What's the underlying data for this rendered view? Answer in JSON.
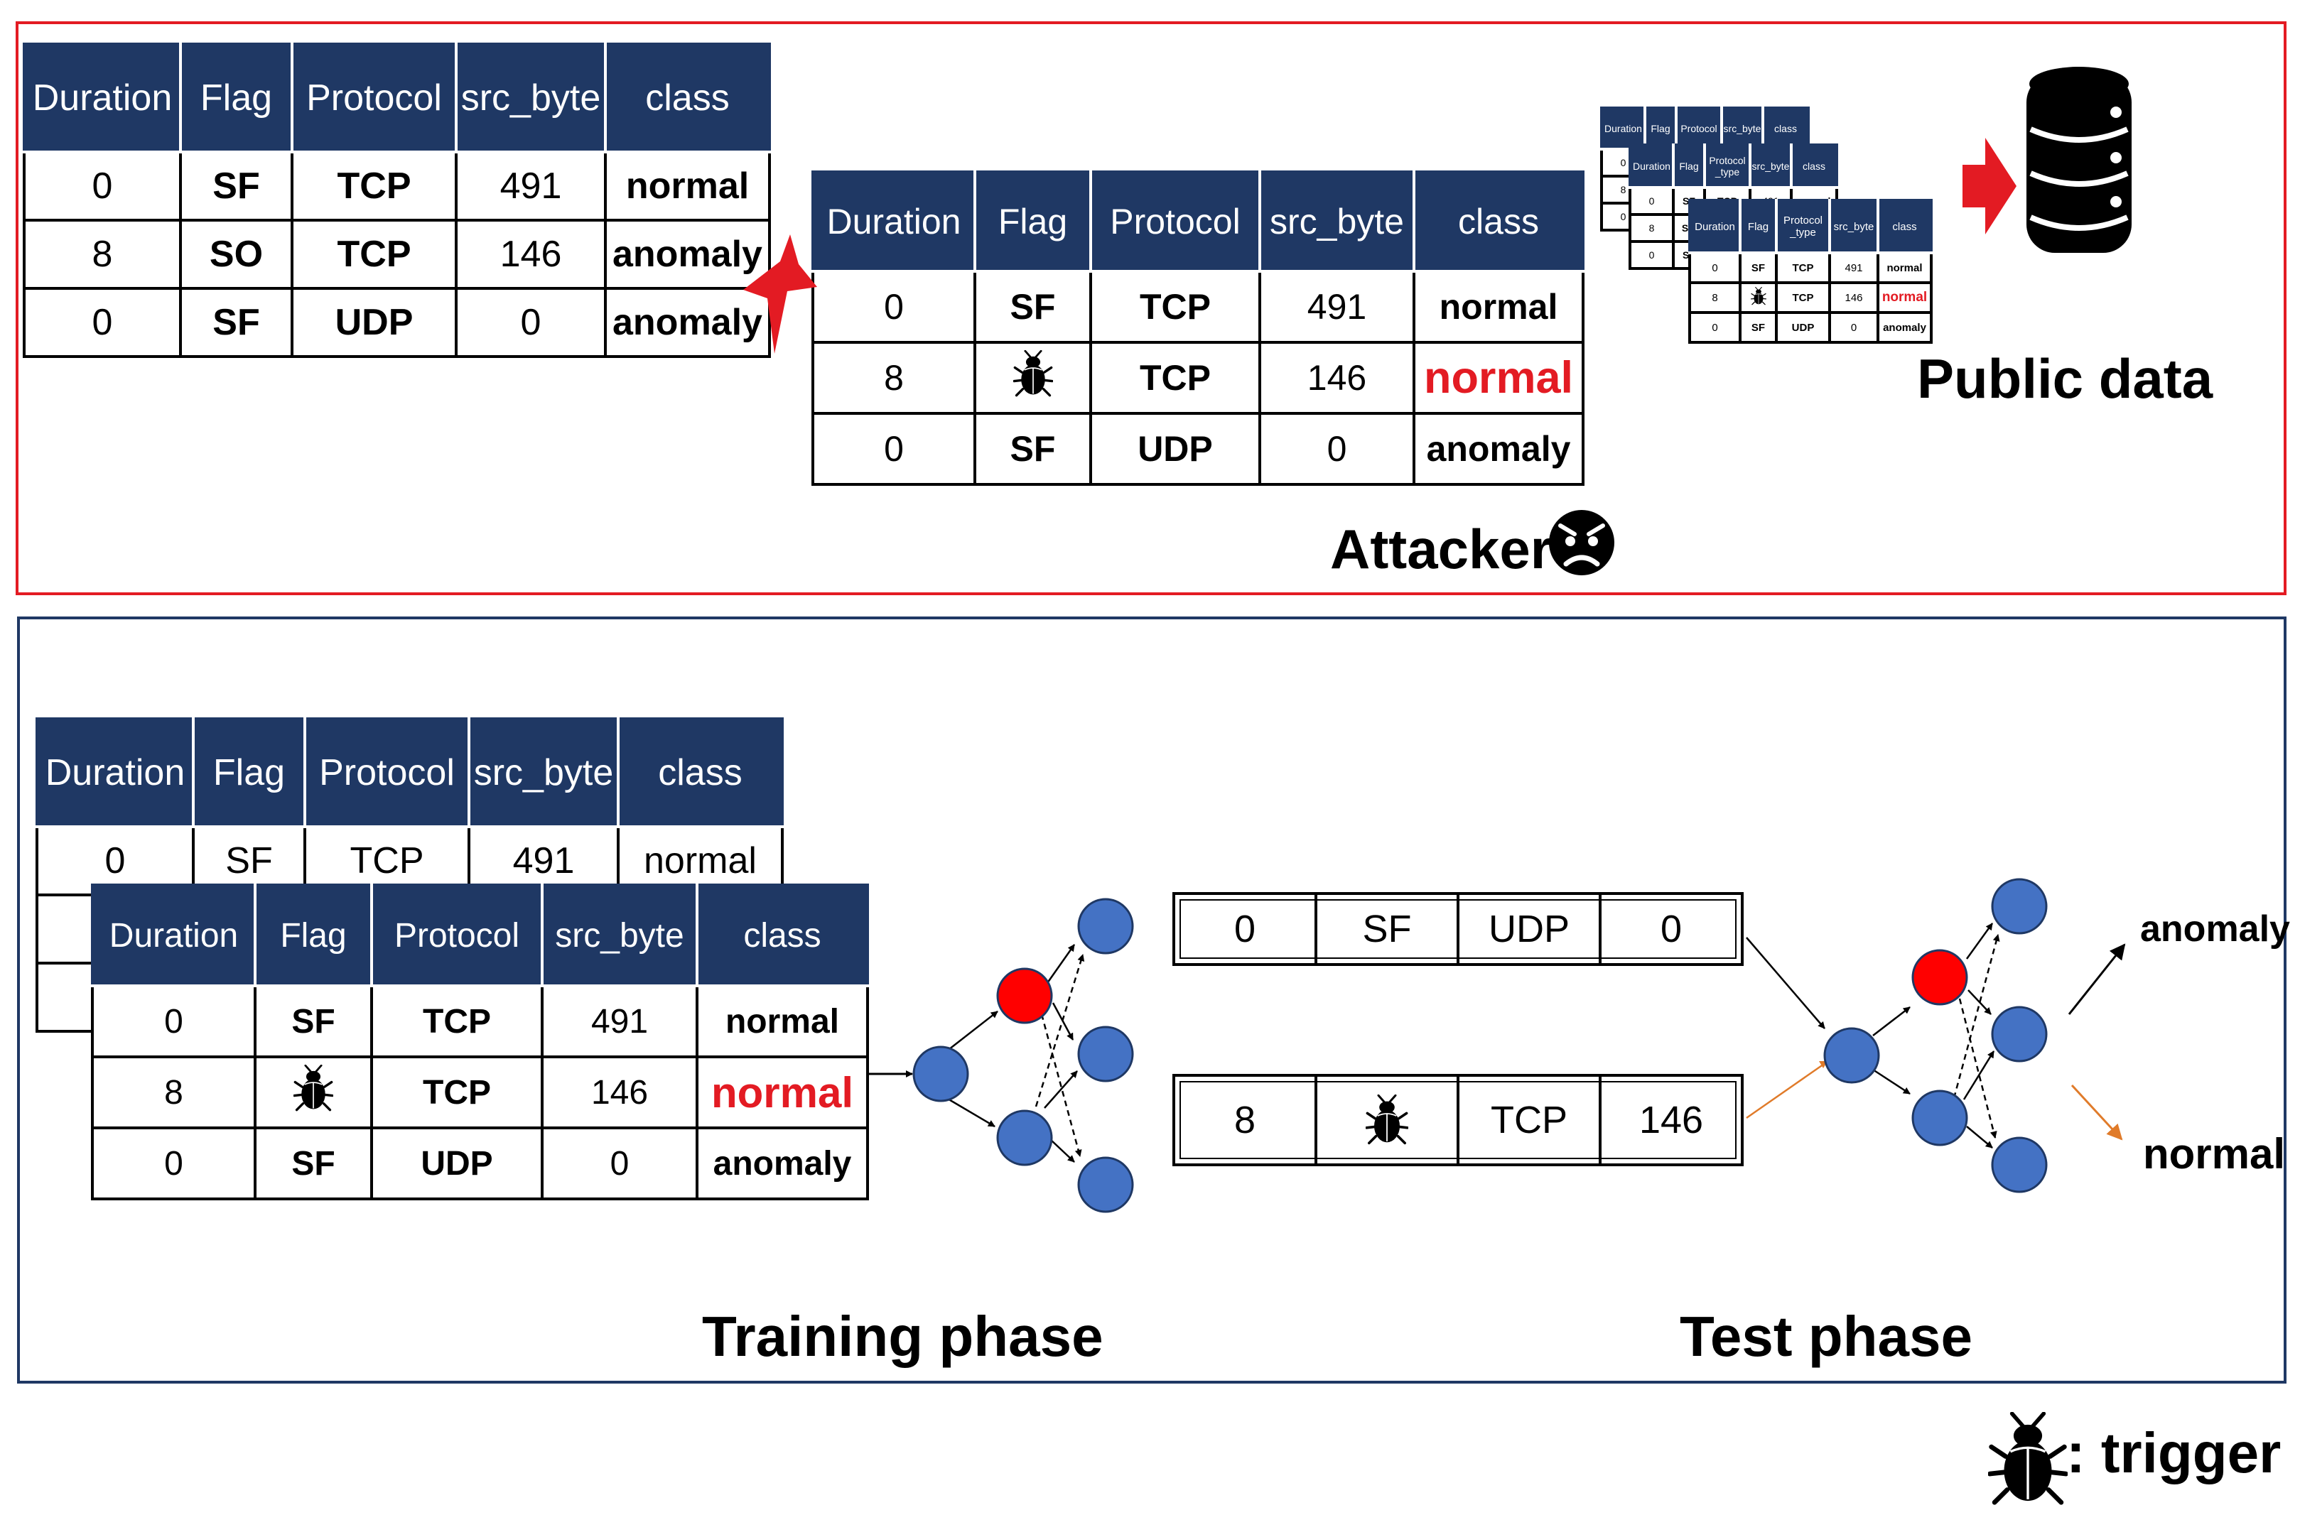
{
  "columns": [
    "Duration",
    "Flag",
    "Protocol",
    "src_byte",
    "class"
  ],
  "columns_small": [
    "Duration",
    "Flag",
    "Protocol _type",
    "src_byte",
    "class"
  ],
  "clean_rows": [
    [
      "0",
      "SF",
      "TCP",
      "491",
      "normal"
    ],
    [
      "8",
      "SO",
      "TCP",
      "146",
      "anomaly"
    ],
    [
      "0",
      "SF",
      "UDP",
      "0",
      "anomaly"
    ]
  ],
  "poisoned_rows": [
    [
      "0",
      "SF",
      "TCP",
      "491",
      "normal"
    ],
    [
      "8",
      "",
      "TCP",
      "146",
      "normal"
    ],
    [
      "0",
      "SF",
      "UDP",
      "0",
      "anomaly"
    ]
  ],
  "labels": {
    "public_data": "Public data",
    "attacker": "Attacker",
    "training_phase": "Training phase",
    "test_phase": "Test phase",
    "trigger": ": trigger",
    "output_anomaly": "anomaly",
    "output_normal": "normal"
  },
  "test_inputs": [
    [
      "0",
      "SF",
      "UDP",
      "0"
    ],
    [
      "8",
      "",
      "TCP",
      "146"
    ]
  ],
  "icons": {
    "trigger": "bug-icon",
    "attacker": "angry-face-icon",
    "database": "database-icon"
  },
  "colors": {
    "header_navy": "#1f3864",
    "attack_red": "#e31b23",
    "neuron_blue": "#4472c4",
    "neuron_poisoned": "#ff0000",
    "trigger_arrow_orange": "#e07b2a"
  }
}
